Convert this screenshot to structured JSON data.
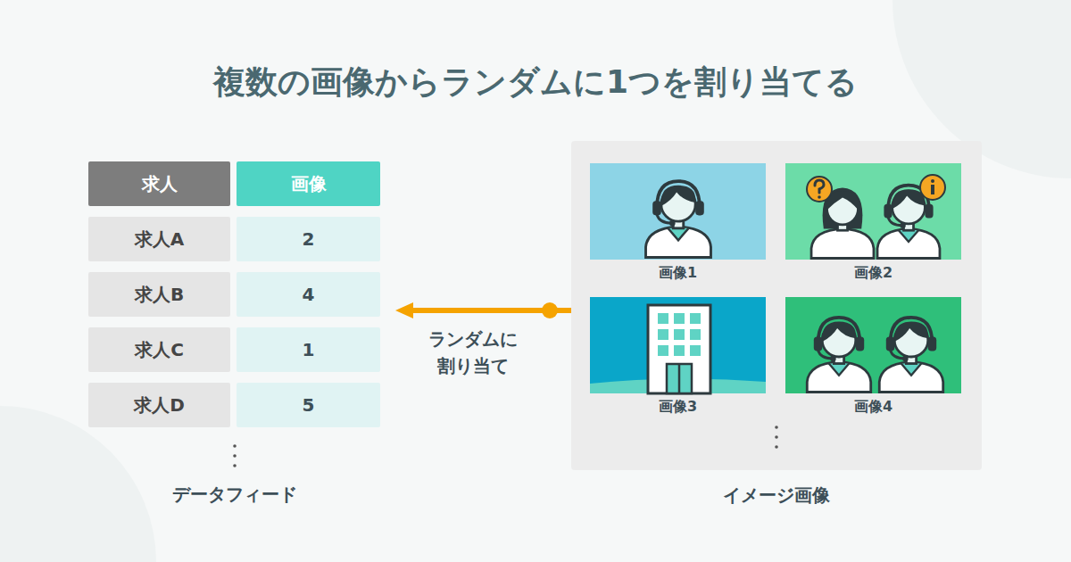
{
  "diagram": {
    "title": "複数の画像からランダムに1つを割り当てる",
    "nodes": [
      {
        "text": [
          "データフィード"
        ]
      },
      {
        "text": [
          "求人"
        ],
        "in": 0
      },
      {
        "text": [
          "画像"
        ],
        "in": 0
      },
      {
        "text": [
          "求人A"
        ],
        "in": 0
      },
      {
        "text": [
          "2"
        ],
        "in": 0
      },
      {
        "text": [
          "求人B"
        ],
        "in": 0
      },
      {
        "text": [
          "4"
        ],
        "in": 0
      },
      {
        "text": [
          "求人C"
        ],
        "in": 0
      },
      {
        "text": [
          "1"
        ],
        "in": 0
      },
      {
        "text": [
          "求人D"
        ],
        "in": 0
      },
      {
        "text": [
          "5"
        ],
        "in": 0
      },
      {
        "text": [
          "イメージ画像"
        ]
      },
      {
        "text": [
          "画像1"
        ],
        "in": 11
      },
      {
        "text": [
          "画像2"
        ],
        "in": 11
      },
      {
        "text": [
          "画像3"
        ],
        "in": 11
      },
      {
        "text": [
          "画像4"
        ],
        "in": 11
      }
    ],
    "edges": [
      {
        "from": 11,
        "to": 0,
        "arrow": "to",
        "label": "ランダムに 割り当て"
      }
    ]
  }
}
